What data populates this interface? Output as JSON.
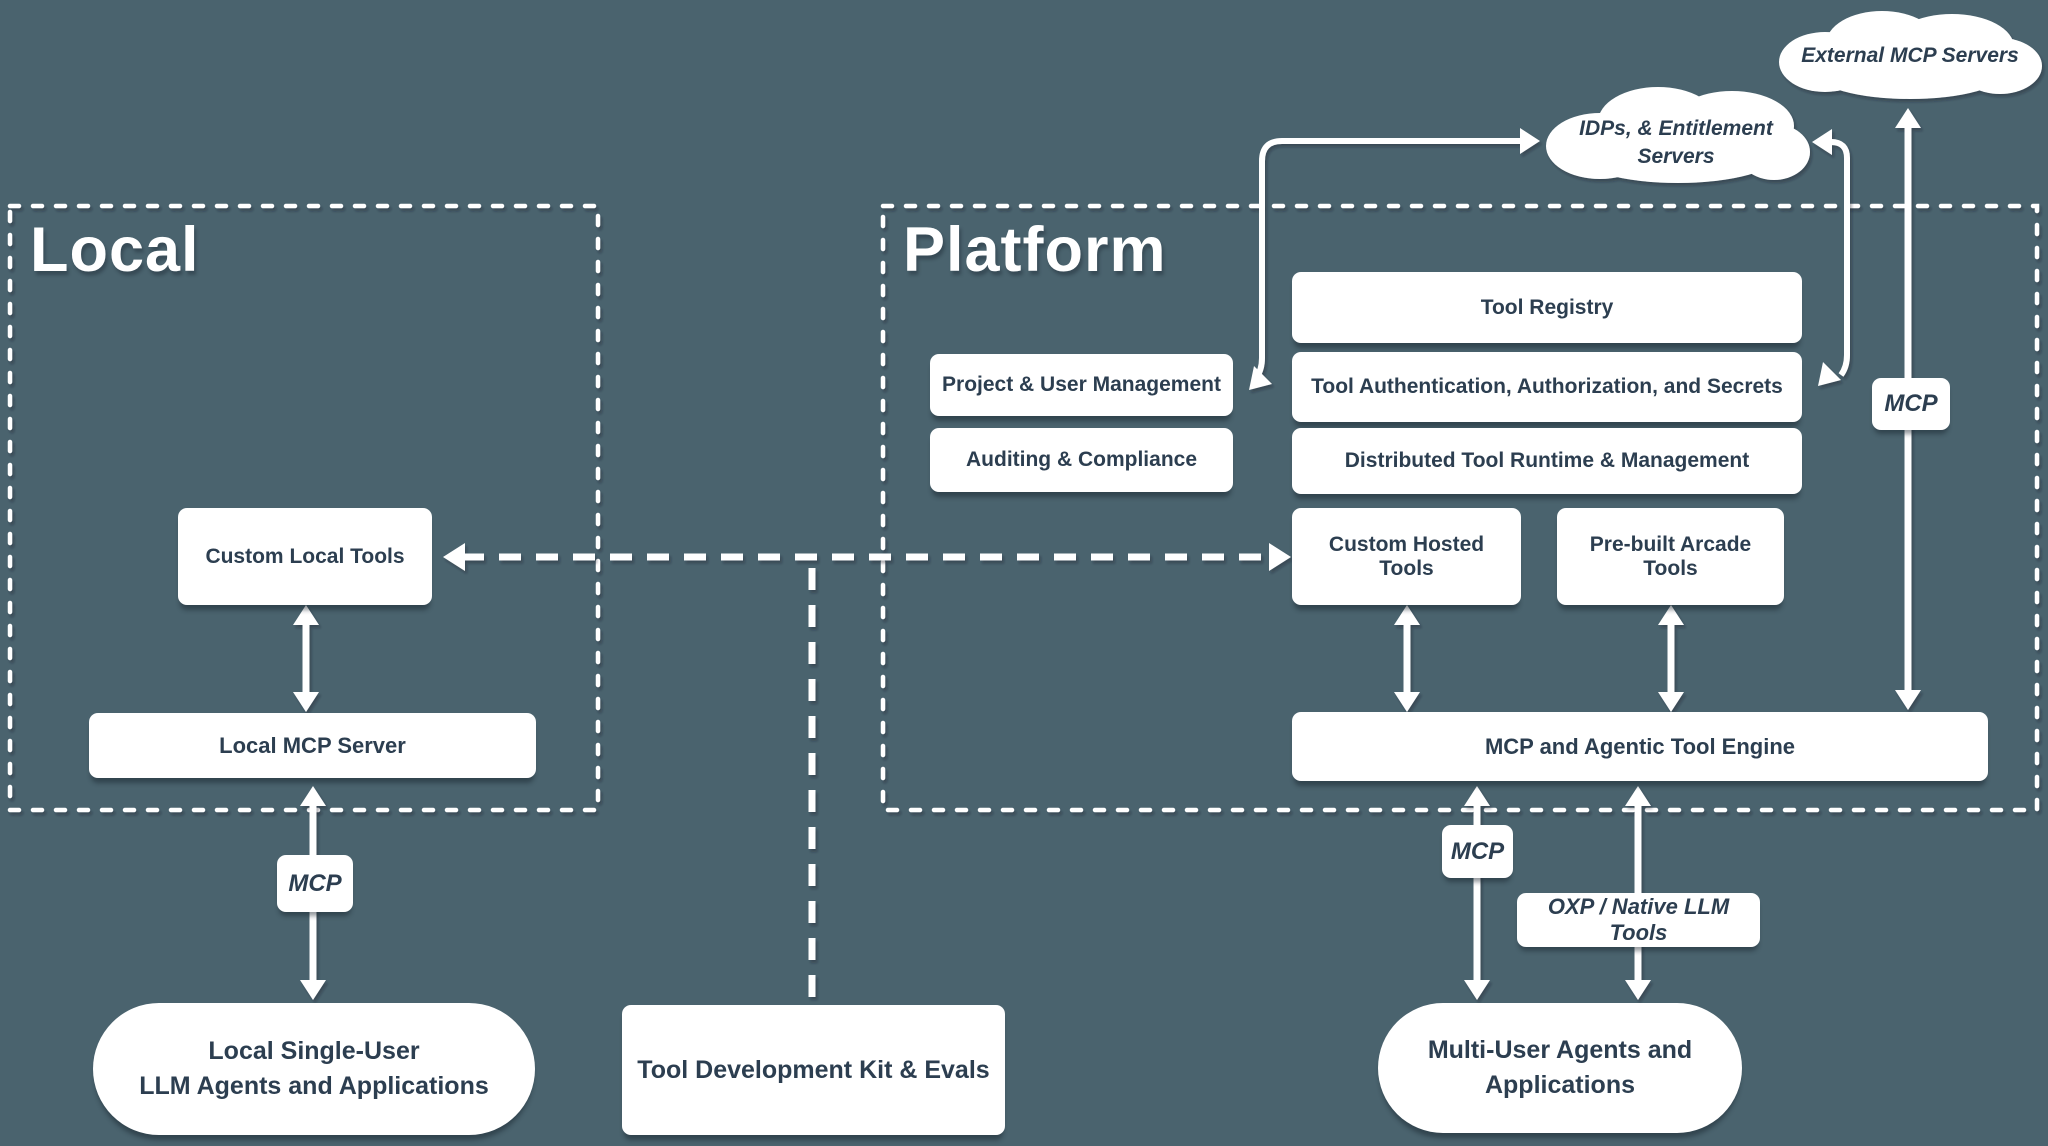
{
  "colors": {
    "background": "#4a636e",
    "box_fill": "#ffffff",
    "text_dark": "#2c3e50",
    "line": "#ffffff"
  },
  "sections": {
    "local": {
      "title": "Local"
    },
    "platform": {
      "title": "Platform"
    }
  },
  "clouds": {
    "external": {
      "label": "External MCP Servers"
    },
    "idps": {
      "line1": "IDPs, & Entitlement",
      "line2": "Servers"
    }
  },
  "platform_boxes": {
    "tool_registry": "Tool Registry",
    "project_user": "Project & User Management",
    "tool_auth": "Tool Authentication, Authorization, and Secrets",
    "auditing": "Auditing & Compliance",
    "runtime": "Distributed Tool Runtime & Management",
    "custom_hosted": "Custom Hosted Tools",
    "prebuilt": "Pre-built Arcade Tools",
    "engine": "MCP and Agentic Tool Engine"
  },
  "local_boxes": {
    "custom_local": "Custom Local Tools",
    "local_mcp": "Local MCP Server"
  },
  "bottom": {
    "local_pill_line1": "Local Single-User",
    "local_pill_line2": "LLM Agents and Applications",
    "tdk": "Tool Development Kit & Evals",
    "multi_pill_line1": "Multi-User Agents and",
    "multi_pill_line2": "Applications"
  },
  "edge_labels": {
    "mcp_local": "MCP",
    "mcp_platform": "MCP",
    "mcp_external": "MCP",
    "oxp": "OXP / Native LLM Tools"
  }
}
